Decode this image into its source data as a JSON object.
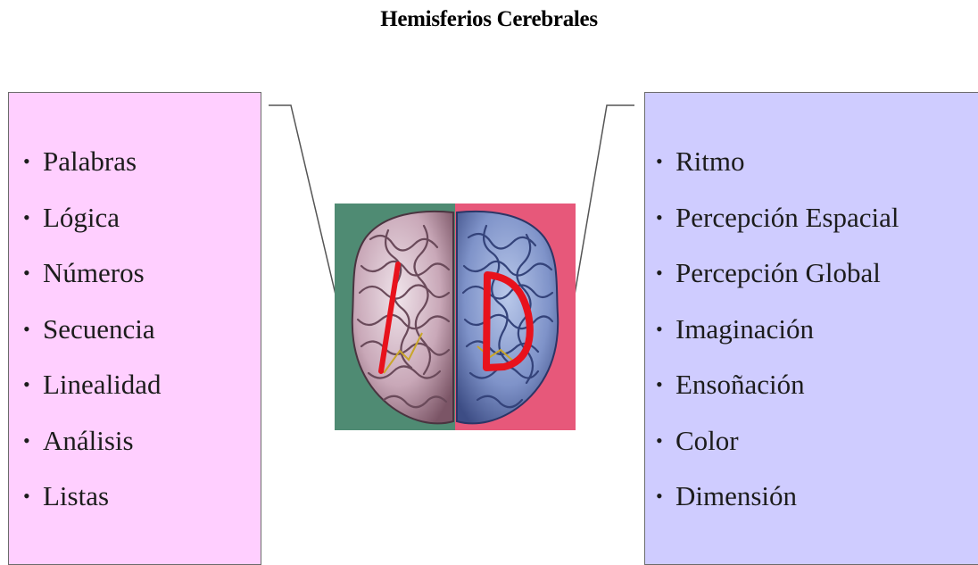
{
  "title": "Hemisferios Cerebrales",
  "left_panel": {
    "color": "#ffcfff",
    "items": [
      "Palabras",
      "Lógica",
      "Números",
      "Secuencia",
      "Linealidad",
      "Análisis",
      "Listas"
    ]
  },
  "right_panel": {
    "color": "#cfccff",
    "items": [
      "Ritmo",
      "Percepción Espacial",
      "Percepción Global",
      "Imaginación",
      "Ensoñación",
      "Color",
      "Dimensión"
    ]
  },
  "brain": {
    "left_letter": "I",
    "right_letter": "D",
    "letter_color": "#e8121c"
  }
}
